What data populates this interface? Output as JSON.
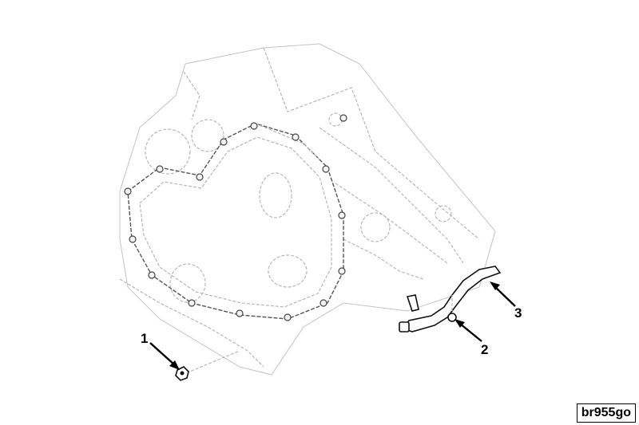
{
  "callouts": [
    {
      "id": "1",
      "label": "1",
      "part": "nut"
    },
    {
      "id": "2",
      "label": "2",
      "part": "o-ring"
    },
    {
      "id": "3",
      "label": "3",
      "part": "tube"
    }
  ],
  "reference_code": "br955go"
}
